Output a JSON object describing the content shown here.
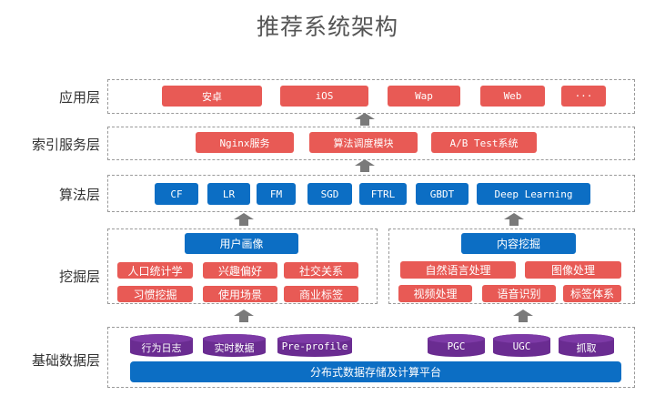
{
  "title": "推荐系统架构",
  "colors": {
    "red": "#e85a55",
    "blue": "#0c6ec4",
    "purple": "#6a2c91",
    "arrow": "#7a7a7a",
    "border": "#9a9a9a"
  },
  "layers": {
    "application": {
      "label": "应用层",
      "items": [
        "安卓",
        "iOS",
        "Wap",
        "Web",
        "···"
      ]
    },
    "index_service": {
      "label": "索引服务层",
      "items": [
        "Nginx服务",
        "算法调度模块",
        "A/B Test系统"
      ]
    },
    "algorithm": {
      "label": "算法层",
      "items": [
        "CF",
        "LR",
        "FM",
        "SGD",
        "FTRL",
        "GBDT",
        "Deep Learning"
      ]
    },
    "mining": {
      "label": "挖掘层",
      "user_profile": {
        "title": "用户画像",
        "items": [
          "人口统计学",
          "兴趣偏好",
          "社交关系",
          "习惯挖掘",
          "使用场景",
          "商业标签"
        ]
      },
      "content_mining": {
        "title": "内容挖掘",
        "items": [
          "自然语言处理",
          "图像处理",
          "视频处理",
          "语音识别",
          "标签体系"
        ]
      }
    },
    "base_data": {
      "label": "基础数据层",
      "sources": [
        "行为日志",
        "实时数据",
        "Pre-profile",
        "PGC",
        "UGC",
        "抓取"
      ],
      "platform": "分布式数据存储及计算平台"
    }
  }
}
